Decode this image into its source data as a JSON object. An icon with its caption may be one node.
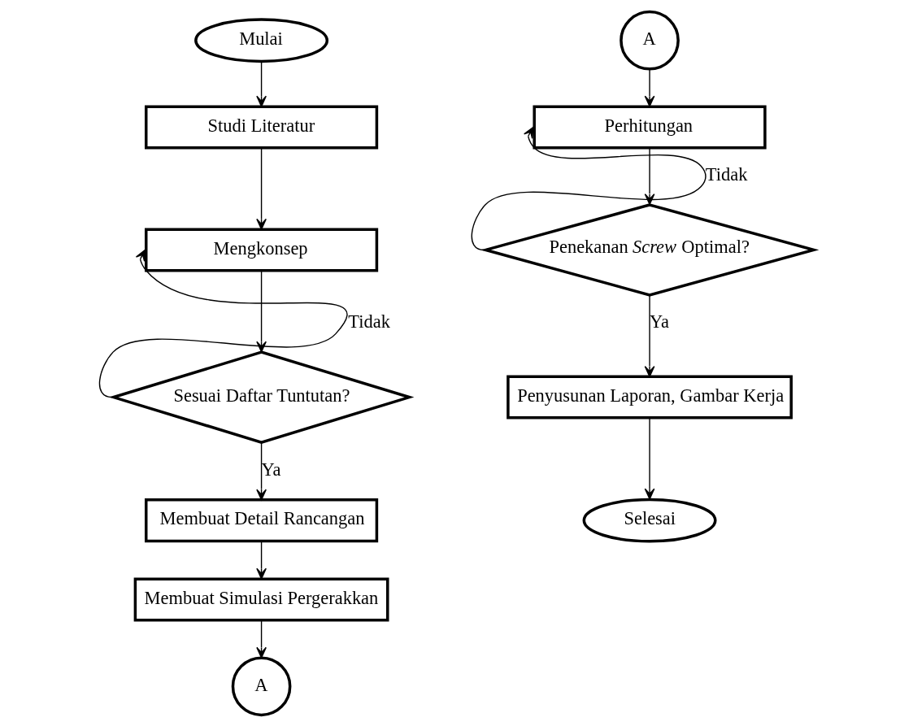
{
  "diagram": {
    "nodes": [
      {
        "text": [
          "Mulai"
        ]
      },
      {
        "text": [
          "Studi Literatur"
        ]
      },
      {
        "text": [
          "Mengkonsep"
        ]
      },
      {
        "text": [
          "Sesuai Daftar Tuntutan?"
        ]
      },
      {
        "text": [
          "Membuat Detail Rancangan"
        ]
      },
      {
        "text": [
          "Membuat Simulasi Pergerakkan"
        ]
      },
      {
        "text": [
          "A"
        ]
      },
      {
        "text": [
          "A"
        ]
      },
      {
        "text": [
          "Perhitungan"
        ]
      },
      {
        "text": [
          "Penekanan *Screw* Optimal?"
        ]
      },
      {
        "text": [
          "Penyusunan Laporan, Gambar Kerja"
        ]
      },
      {
        "text": [
          "Selesai"
        ]
      }
    ],
    "edges": [
      {
        "from": 0,
        "to": 1,
        "arrow": "to"
      },
      {
        "from": 1,
        "to": 2,
        "arrow": "to"
      },
      {
        "from": 2,
        "to": 3,
        "arrow": "to"
      },
      {
        "from": 3,
        "to": 2,
        "arrow": "to",
        "label": "Tidak"
      },
      {
        "from": 3,
        "to": 4,
        "arrow": "to",
        "label": "Ya"
      },
      {
        "from": 4,
        "to": 5,
        "arrow": "to"
      },
      {
        "from": 5,
        "to": 6,
        "arrow": "to"
      },
      {
        "from": 7,
        "to": 8,
        "arrow": "to"
      },
      {
        "from": 8,
        "to": 9,
        "arrow": "to"
      },
      {
        "from": 9,
        "to": 8,
        "arrow": "to",
        "label": "Tidak"
      },
      {
        "from": 9,
        "to": 10,
        "arrow": "to",
        "label": "Ya"
      },
      {
        "from": 10,
        "to": 11,
        "arrow": "to"
      }
    ]
  }
}
